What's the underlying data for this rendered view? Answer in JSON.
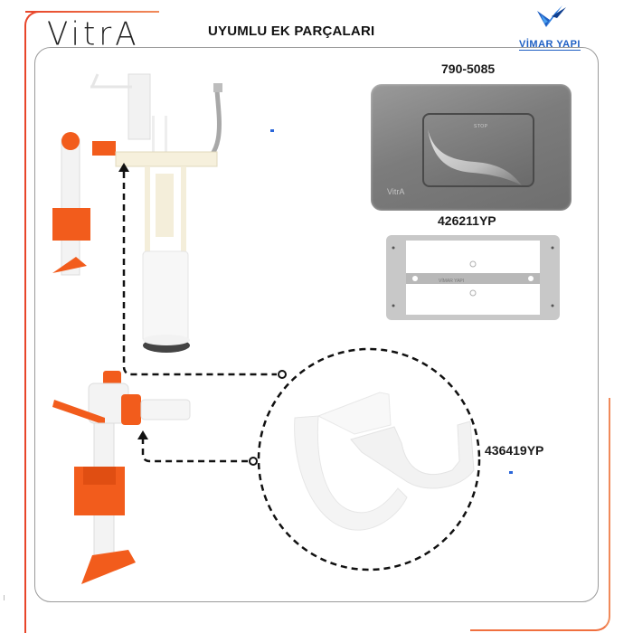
{
  "header": {
    "brand_logo": "VitrA",
    "title": "UYUMLU EK PARÇALARI",
    "partner_logo": "VİMAR YAPI"
  },
  "products": [
    {
      "code": "790-5085",
      "name": "flush-plate",
      "plate_label": "STOP",
      "plate_brand": "VitrA"
    },
    {
      "code": "426211YP",
      "name": "mounting-frame",
      "frame_label": "VİMAR YAPI"
    },
    {
      "code": "436419YP",
      "name": "clip-part"
    }
  ],
  "components": {
    "flush_valve": "flush-valve-assembly",
    "fill_valve": "fill-valve-assembly"
  },
  "colors": {
    "accent_orange": "#e8452a",
    "accent_orange_light": "#f08a5a",
    "brand_blue": "#1e5fc4",
    "card_border": "#9a9a9a",
    "part_orange": "#f25c1c"
  }
}
